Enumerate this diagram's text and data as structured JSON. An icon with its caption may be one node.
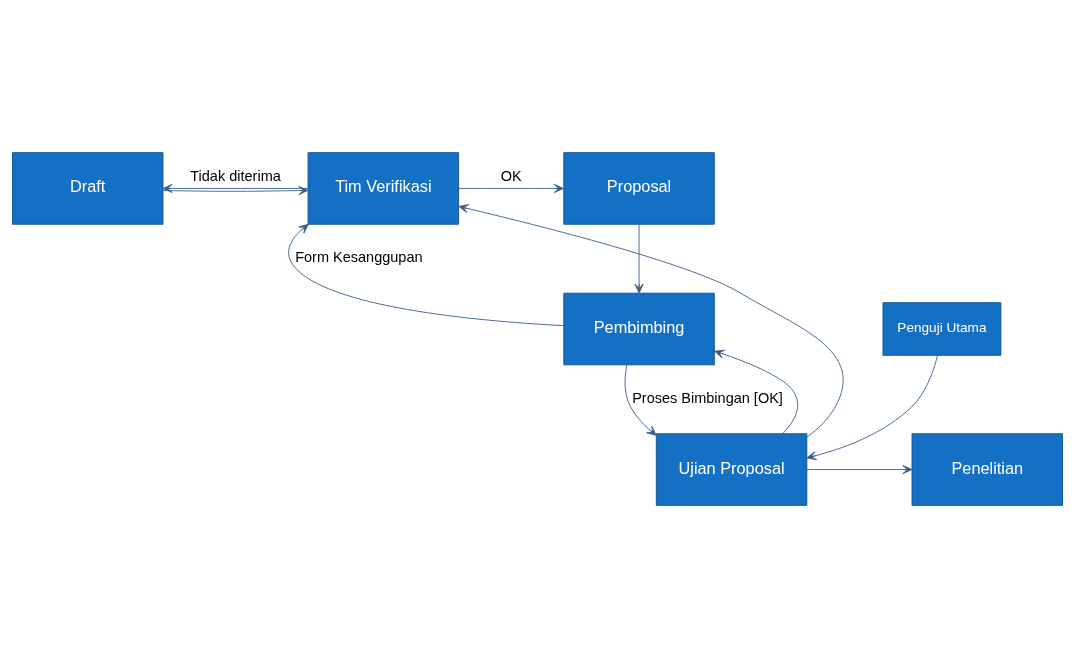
{
  "diagram": {
    "nodes": [
      {
        "text": [
          "Draft"
        ]
      },
      {
        "text": [
          "Tim Verifikasi"
        ]
      },
      {
        "text": [
          "Proposal"
        ]
      },
      {
        "text": [
          "Pembimbing"
        ]
      },
      {
        "text": [
          "Penguji Utama"
        ]
      },
      {
        "text": [
          "Penelitian"
        ]
      },
      {
        "text": [
          "Ujian Proposal"
        ]
      }
    ],
    "edges": [
      {
        "from": 0,
        "to": 1,
        "arrow": "to"
      },
      {
        "from": 1,
        "to": 0,
        "arrow": "to",
        "label": "Tidak diterima"
      },
      {
        "from": 1,
        "to": 2,
        "arrow": "to",
        "label": "OK"
      },
      {
        "from": 2,
        "to": 3,
        "arrow": "to"
      },
      {
        "from": 3,
        "to": 1,
        "arrow": "to",
        "label": "Form Kesanggupan"
      },
      {
        "from": 3,
        "to": 6,
        "arrow": "to",
        "label": "Proses Bimbingan [OK]"
      },
      {
        "from": 4,
        "to": 6,
        "arrow": "to"
      },
      {
        "from": 6,
        "to": 5,
        "arrow": "to"
      },
      {
        "from": 6,
        "to": 3,
        "arrow": "to"
      },
      {
        "from": 6,
        "to": 1,
        "arrow": "to"
      }
    ]
  }
}
